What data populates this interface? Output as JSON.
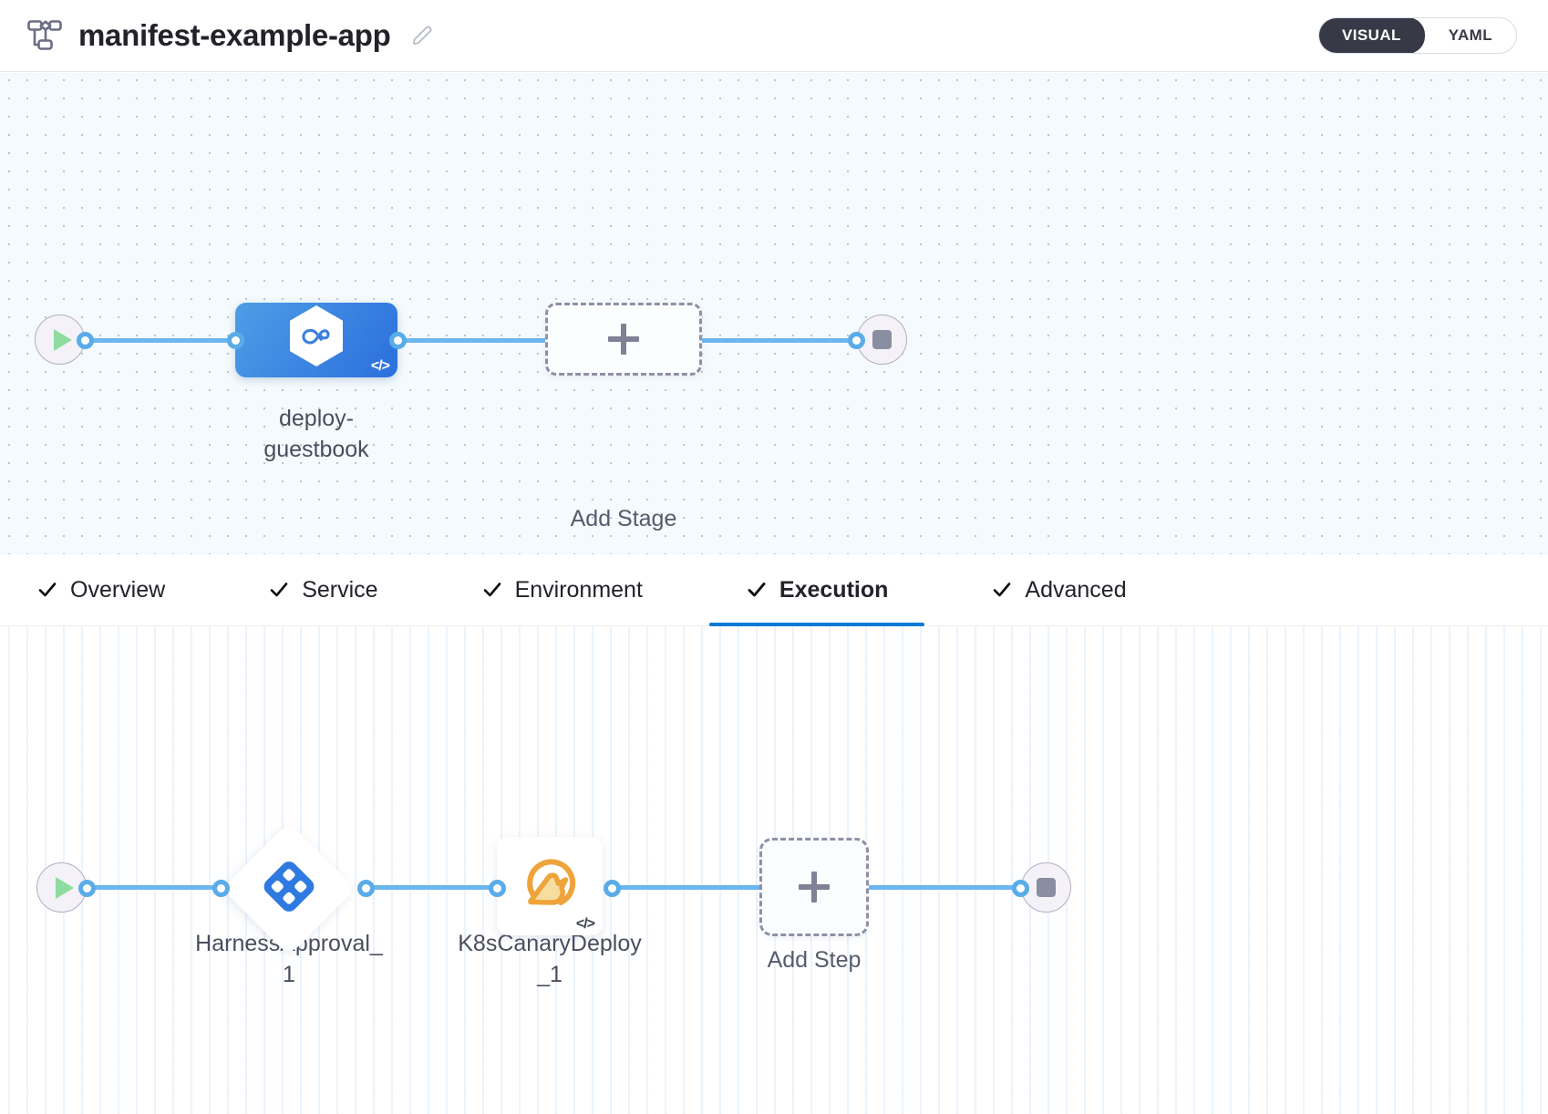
{
  "header": {
    "pipeline_icon": "pipeline-flow-icon",
    "title": "manifest-example-app",
    "edit_icon": "pencil-edit-icon",
    "mode_toggle": {
      "visual_label": "VISUAL",
      "yaml_label": "YAML",
      "selected": "VISUAL"
    }
  },
  "stage_canvas": {
    "start_node": {
      "icon": "play-icon"
    },
    "stage": {
      "label": "deploy-guestbook",
      "icon": "harness-cd-hexagon-icon",
      "code_badge": "</>",
      "accent_from": "#4d9de6",
      "accent_to": "#2b6fdd"
    },
    "add_stage": {
      "label": "Add Stage",
      "icon": "plus-icon"
    },
    "end_node": {
      "icon": "stop-icon"
    }
  },
  "tabs": [
    {
      "label": "Overview",
      "check": "check-icon",
      "active": false
    },
    {
      "label": "Service",
      "check": "check-icon",
      "active": false
    },
    {
      "label": "Environment",
      "check": "check-icon",
      "active": false
    },
    {
      "label": "Execution",
      "check": "check-icon",
      "active": true
    },
    {
      "label": "Advanced",
      "check": "check-icon",
      "active": false
    }
  ],
  "execution_canvas": {
    "start_node": {
      "icon": "play-icon"
    },
    "steps": [
      {
        "label": "HarnessApproval_1",
        "icon": "harness-approval-diamond-icon",
        "shape": "diamond",
        "code_badge": ""
      },
      {
        "label": "K8sCanaryDeploy_1",
        "icon": "canary-bird-icon",
        "shape": "square",
        "code_badge": "</>"
      }
    ],
    "add_step": {
      "label": "Add Step",
      "icon": "plus-icon"
    },
    "end_node": {
      "icon": "stop-icon"
    }
  },
  "colors": {
    "edge": "#6cb6ee",
    "active_tab_underline": "#0278d5",
    "canary_orange": "#eea43a",
    "approval_blue": "#2e7ae0"
  }
}
